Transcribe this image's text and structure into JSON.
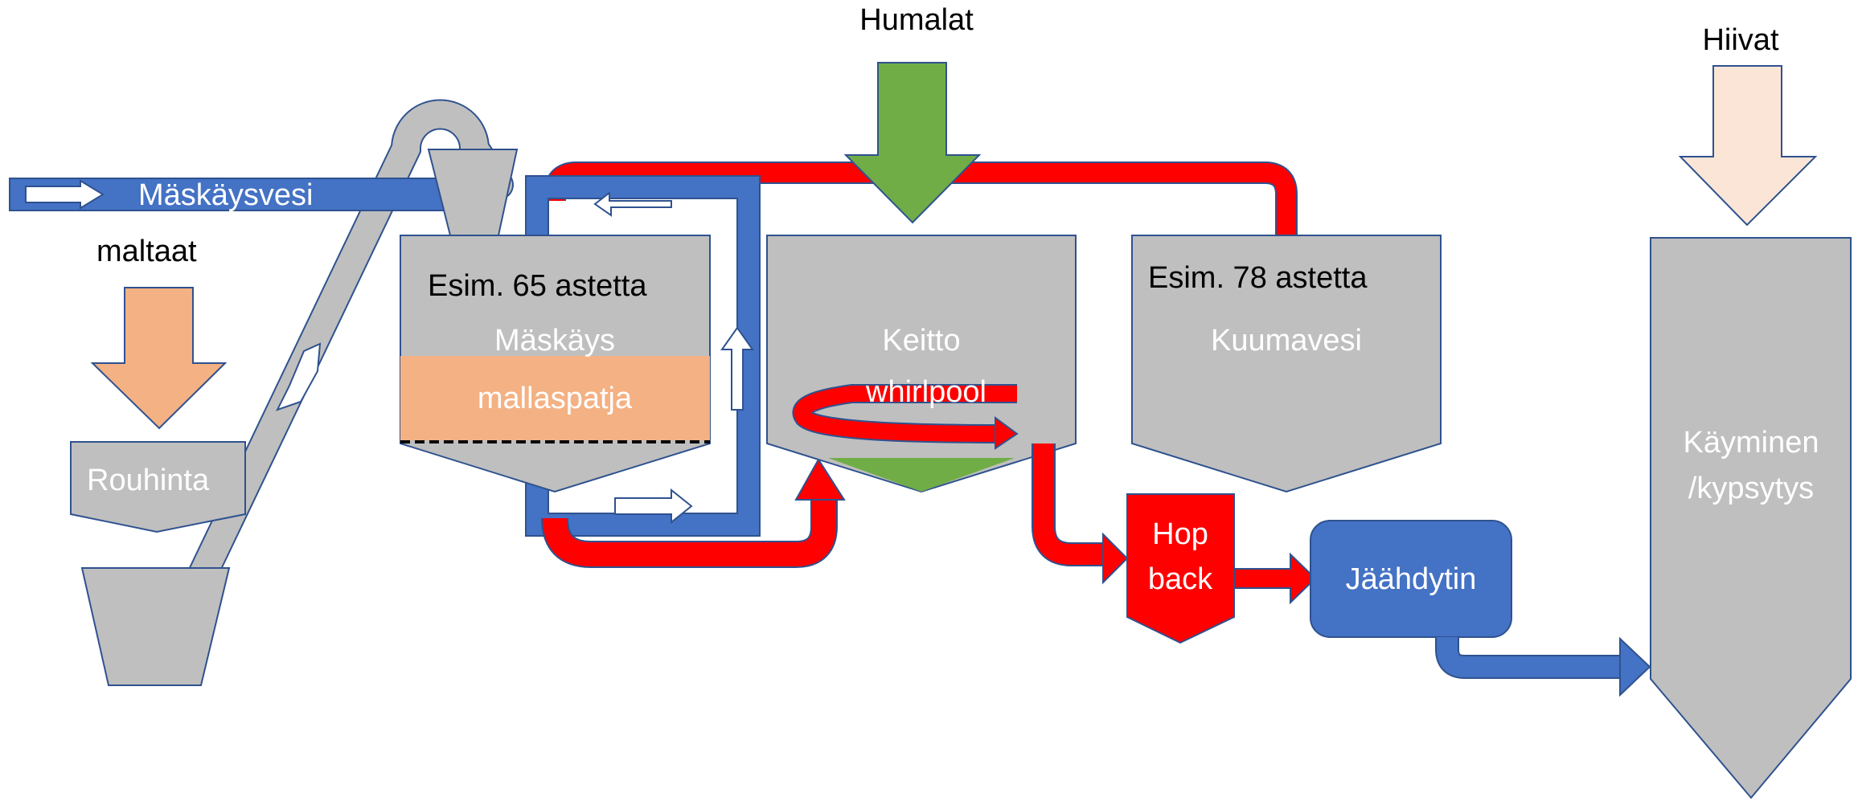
{
  "labels": {
    "humalat": "Humalat",
    "hiivat": "Hiivat",
    "maskaysvesi": "Mäskäysvesi",
    "maltaat": "maltaat",
    "rouhinta": "Rouhinta",
    "mash_temp": "Esim. 65 astetta",
    "maskays": "Mäskäys",
    "mallaspatja": "mallaspatja",
    "keitto": "Keitto",
    "whirlpool": "whirlpool",
    "hot_temp": "Esim. 78 astetta",
    "kuumavesi": "Kuumavesi",
    "hop": "Hop",
    "back": "back",
    "jaahdytin": "Jäähdytin",
    "kayminen": "Käyminen",
    "kypsytys": "/kypsytys"
  },
  "colors": {
    "vessel": "#bfbfbf",
    "blue": "#4472c4",
    "red": "#ff0000",
    "green": "#70ad47",
    "malt": "#f4b183",
    "yeast": "#fbe5d6",
    "outline": "#2f528f"
  }
}
